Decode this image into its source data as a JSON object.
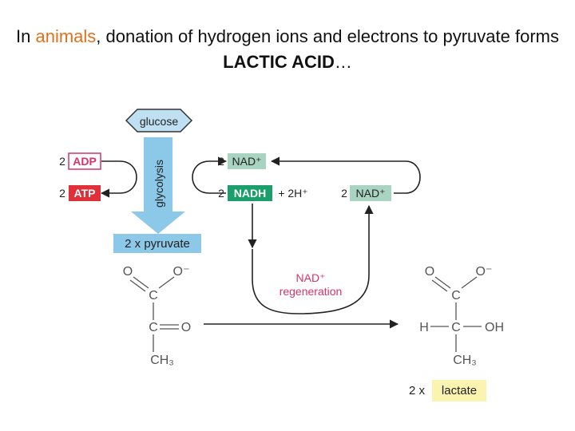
{
  "title": {
    "part1": "In ",
    "highlight": "animals",
    "part2": ", donation of hydrogen ions and electrons to pyruvate forms ",
    "bold": "LACTIC ACID",
    "part3": "…"
  },
  "diagram": {
    "glucose": "glucose",
    "glycolysis": "glycolysis",
    "adp_count": "2",
    "adp": "ADP",
    "atp_count": "2",
    "atp": "ATP",
    "nad_top_count": "2",
    "nad_top": "NAD⁺",
    "nadh_count": "2",
    "nadh": "NADH",
    "plus_h": "+ 2H⁺",
    "nad_right_count": "2",
    "nad_right": "NAD⁺",
    "pyruvate_box": "2 x pyruvate",
    "nad_regen_line1": "NAD⁺",
    "nad_regen_line2": "regeneration",
    "pyruvate_struct": {
      "o_left": "O",
      "o_minus": "O⁻",
      "c1": "C",
      "c2": "C",
      "o_ketone": "O",
      "ch3": "CH₃"
    },
    "lactate_struct": {
      "o_left": "O",
      "o_minus": "O⁻",
      "c1": "C",
      "h": "H",
      "c2": "C",
      "oh": "OH",
      "ch3": "CH₃"
    },
    "lactate_count": "2 x",
    "lactate": "lactate"
  },
  "colors": {
    "title_highlight": "#e0701b",
    "adp_border": "#d6336c",
    "atp_fill": "#e0303a",
    "glycolysis_arrow": "#8cc8e8",
    "pyruvate_box": "#8cc8e8",
    "nad_fill": "#a9d4c2",
    "nadh_fill": "#1a9e6a",
    "nad_regen_text": "#d6336c",
    "lactate_fill": "#fbf3b0"
  }
}
